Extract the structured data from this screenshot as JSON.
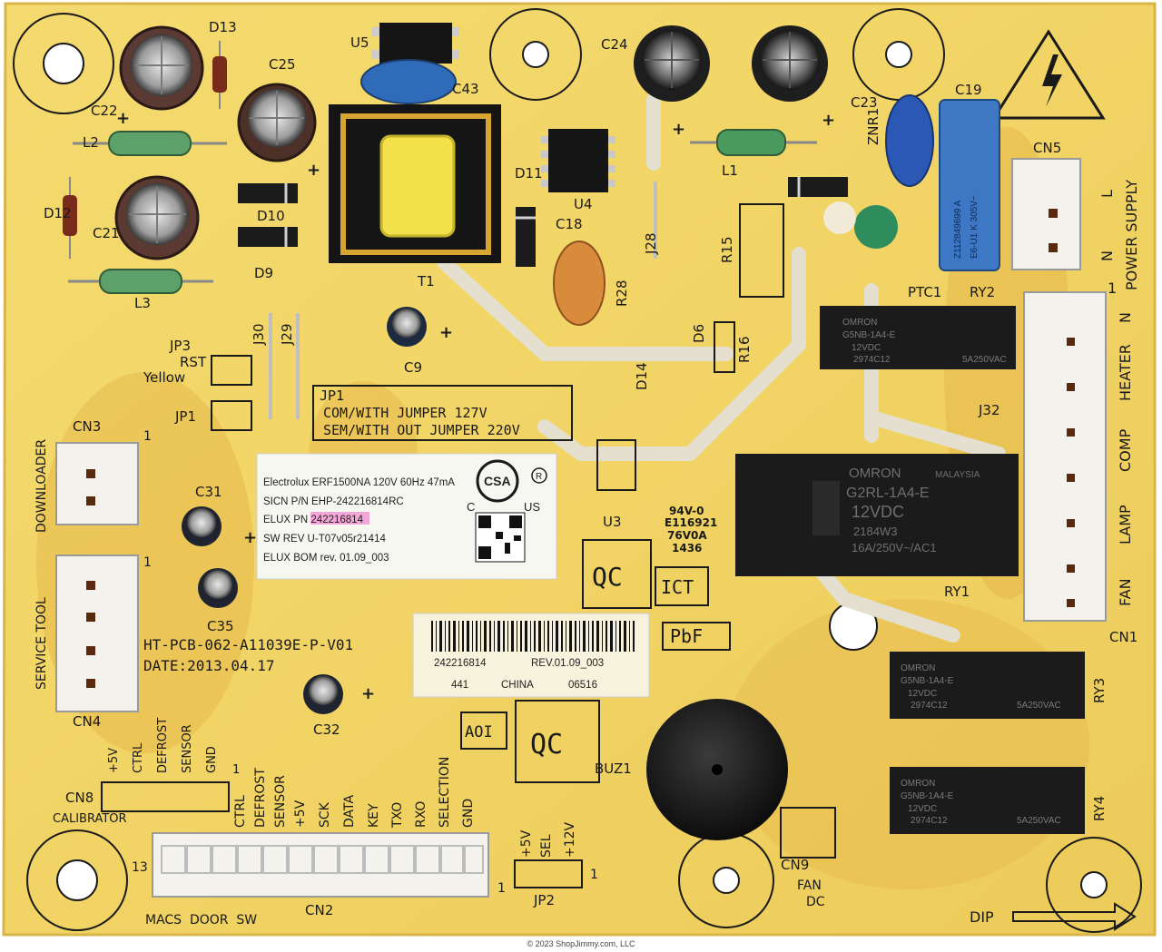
{
  "copyright": "© 2023 ShopJimmy.com, LLC",
  "colors": {
    "board": "#f2d66a",
    "board_edge": "#e2b94a",
    "silkscreen": "#1a1a1a",
    "trace": "#e7e1cf",
    "relay": "#1b1b1b",
    "label_paper": "#f7f7f2"
  },
  "components": {
    "d13": "D13",
    "u5": "U5",
    "c25": "C25",
    "c43": "C43",
    "c24": "C24",
    "c22": "C22",
    "l2": "L2",
    "c21": "C21",
    "d12": "D12",
    "d10": "D10",
    "d9": "D9",
    "l3": "L3",
    "t1": "T1",
    "d11": "D11",
    "u4": "U4",
    "c18": "C18",
    "j28": "J28",
    "r28": "R28",
    "r15": "R15",
    "l1": "L1",
    "c23": "C23",
    "znr1": "ZNR1",
    "c19": "C19",
    "cn5": "CN5",
    "ptc1": "PTC1",
    "ry2": "RY2",
    "r16": "R16",
    "d6": "D6",
    "d14": "D14",
    "j32": "J32",
    "jp3": "JP3",
    "rst": "RST",
    "yellow": "Yellow",
    "j30": "J30",
    "j29": "J29",
    "c9": "C9",
    "jp1": "JP1",
    "cn3": "CN3",
    "c31": "C31",
    "c35": "C35",
    "cn4": "CN4",
    "c32": "C32",
    "u3": "U3",
    "ry1": "RY1",
    "cn1": "CN1",
    "ry3": "RY3",
    "ry4": "RY4",
    "buz1": "BUZ1",
    "cn8": "CN8",
    "cn2": "CN2",
    "jp2": "JP2",
    "cn9": "CN9"
  },
  "jumper_notes": [
    "JP1",
    "COM/WITH JUMPER 127V",
    "SEM/WITH OUT JUMPER 220V"
  ],
  "connector_labels": {
    "downloader": "DOWNLOADER",
    "service_tool": "SERVICE TOOL",
    "power_supply": "POWER SUPPLY",
    "cn1_pins": [
      "N",
      "HEATER",
      "COMP",
      "LAMP",
      "FAN"
    ],
    "cn5_pins": [
      "L",
      "N"
    ],
    "cn8_pins": [
      "+5V",
      "CTRL",
      "DEFROST",
      "SENSOR",
      "GND"
    ],
    "calibrator": "CALIBRATOR",
    "cn2_pins": [
      "CTRL",
      "DEFROST",
      "SENSOR",
      "+5V",
      "SCK",
      "DATA",
      "KEY",
      "TXO",
      "RXO",
      "SELECTION",
      "GND"
    ],
    "cn2_bottom": "MACS  DOOR  SW",
    "jp2_pins": [
      "+5V",
      "SEL",
      "+12V"
    ],
    "fan_dc": [
      "FAN",
      "DC"
    ],
    "dip": "DIP",
    "pin_one": "1",
    "pin_thirteen": "13"
  },
  "board_text": {
    "part_no": "HT-PCB-062-A11039E-P-V01",
    "date": "DATE:2013.04.17",
    "qc": "QC",
    "ict": "ICT",
    "pbf": "PbF",
    "aoi": "AOI",
    "ul_mark": [
      "94V-0",
      "E116921",
      "76V0A",
      "1436"
    ]
  },
  "sticker": {
    "lines": [
      "Electrolux ERF1500NA 120V 60Hz 47mA",
      "SICN P/N EHP-242216814RC",
      "ELUX PN 242216814",
      "SW REV U-T07v05r21414",
      "ELUX BOM rev. 01.09_003"
    ],
    "csa": "CSA",
    "c": "C",
    "us": "US",
    "registered": "R"
  },
  "barcode_label": {
    "pn": "242216814",
    "rev": "REV.01.09_003",
    "lot": "441",
    "country": "CHINA",
    "code": "06516"
  },
  "relays": {
    "small": [
      "OMRON",
      "G5NB-1A4-E",
      "12VDC",
      "2974C12",
      "5A250VAC"
    ],
    "large": [
      "OMRON",
      "MALAYSIA",
      "G2RL-1A4-E",
      "12VDC",
      "2184W3",
      "16A/250V~/AC1"
    ]
  },
  "c19_marking": [
    "Z112849699 A",
    "E6-U1 K 305V~"
  ],
  "cap_markings": [
    "+",
    "+",
    "+",
    "+",
    "+",
    "+",
    "+"
  ]
}
